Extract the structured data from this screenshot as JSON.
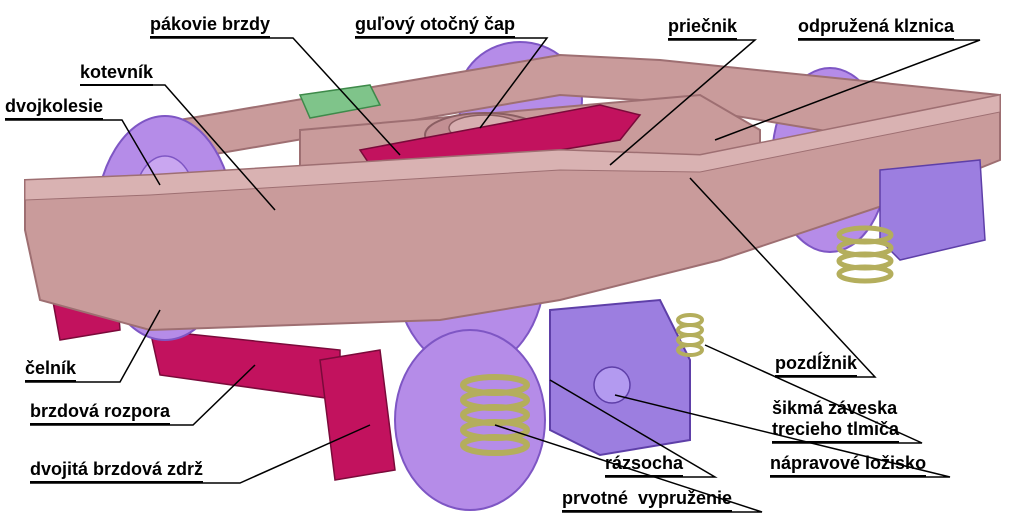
{
  "labels": {
    "pakove_brzdy": "pákovie brzdy",
    "gulovy_otocny_cap": "guľový otočný čap",
    "priecnik": "priečnik",
    "odpruzena_klznica": "odpružená klznica",
    "kotevnik": "kotevník",
    "dvojkolesie": "dvojkolesie",
    "celnik": "čelník",
    "brzdova_rozpora": "brzdová rozpora",
    "dvojita_brzdova_zdrz": "dvojitá brzdová zdrž",
    "pozdiznik": "pozdĺžnik",
    "sikma_zaveska_1": "šikmá záveska",
    "sikma_zaveska_2": "trecieho tlmiča",
    "razsocha": "rázsocha",
    "napravove_lozisko": "nápravové ložisko",
    "prvotne_vypruzenie": "prvotné  vypruženie"
  },
  "colors": {
    "frame": "#c99b9b",
    "frame_dark": "#9e6f72",
    "wheel": "#b58ce8",
    "wheel_dark": "#7e56c4",
    "brake": "#c2125e",
    "spring": "#d8d49a",
    "pad": "#7fc48a"
  }
}
